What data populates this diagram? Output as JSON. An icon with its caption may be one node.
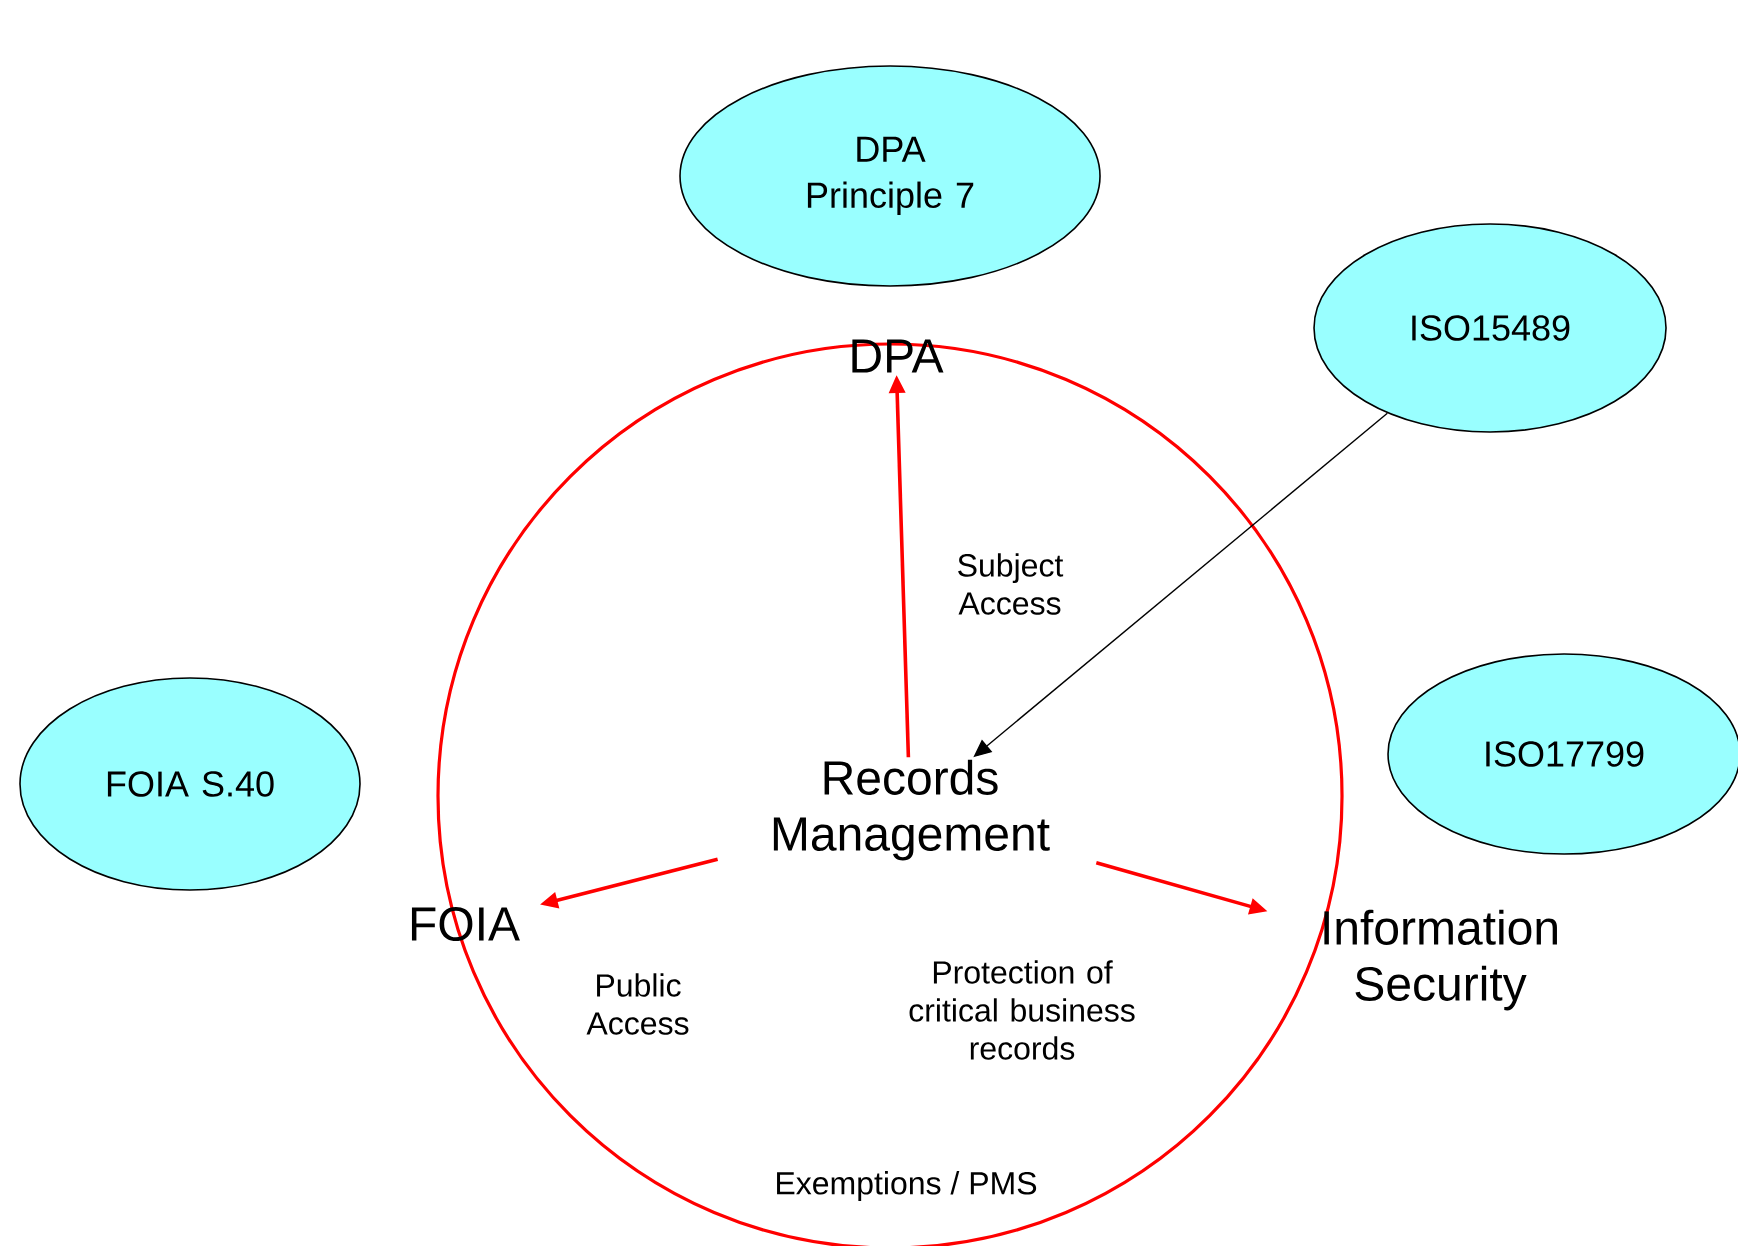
{
  "diagram": {
    "nodes": [
      {
        "text": [],
        "shape": "circle"
      },
      {
        "text": [
          "Records Management"
        ],
        "in": 0
      },
      {
        "text": [
          "DPA"
        ]
      },
      {
        "text": [
          "FOIA"
        ]
      },
      {
        "text": [
          "Information Security"
        ]
      },
      {
        "text": [
          "DPA Principle 7"
        ]
      },
      {
        "text": [
          "ISO15489"
        ]
      },
      {
        "text": [
          "FOIA S.40"
        ]
      },
      {
        "text": [
          "ISO17799"
        ]
      }
    ],
    "edges": [
      {
        "from": 1,
        "to": 2,
        "arrow": "to",
        "label": "Subject Access"
      },
      {
        "from": 1,
        "to": 3,
        "arrow": "to",
        "label": "Public Access"
      },
      {
        "from": 1,
        "to": 4,
        "arrow": "to",
        "label": "Protection of critical business records"
      },
      {
        "from": 6,
        "to": 1,
        "arrow": "to",
        "color": "#000000"
      }
    ],
    "labels": [
      "Exemptions / PMS"
    ]
  }
}
